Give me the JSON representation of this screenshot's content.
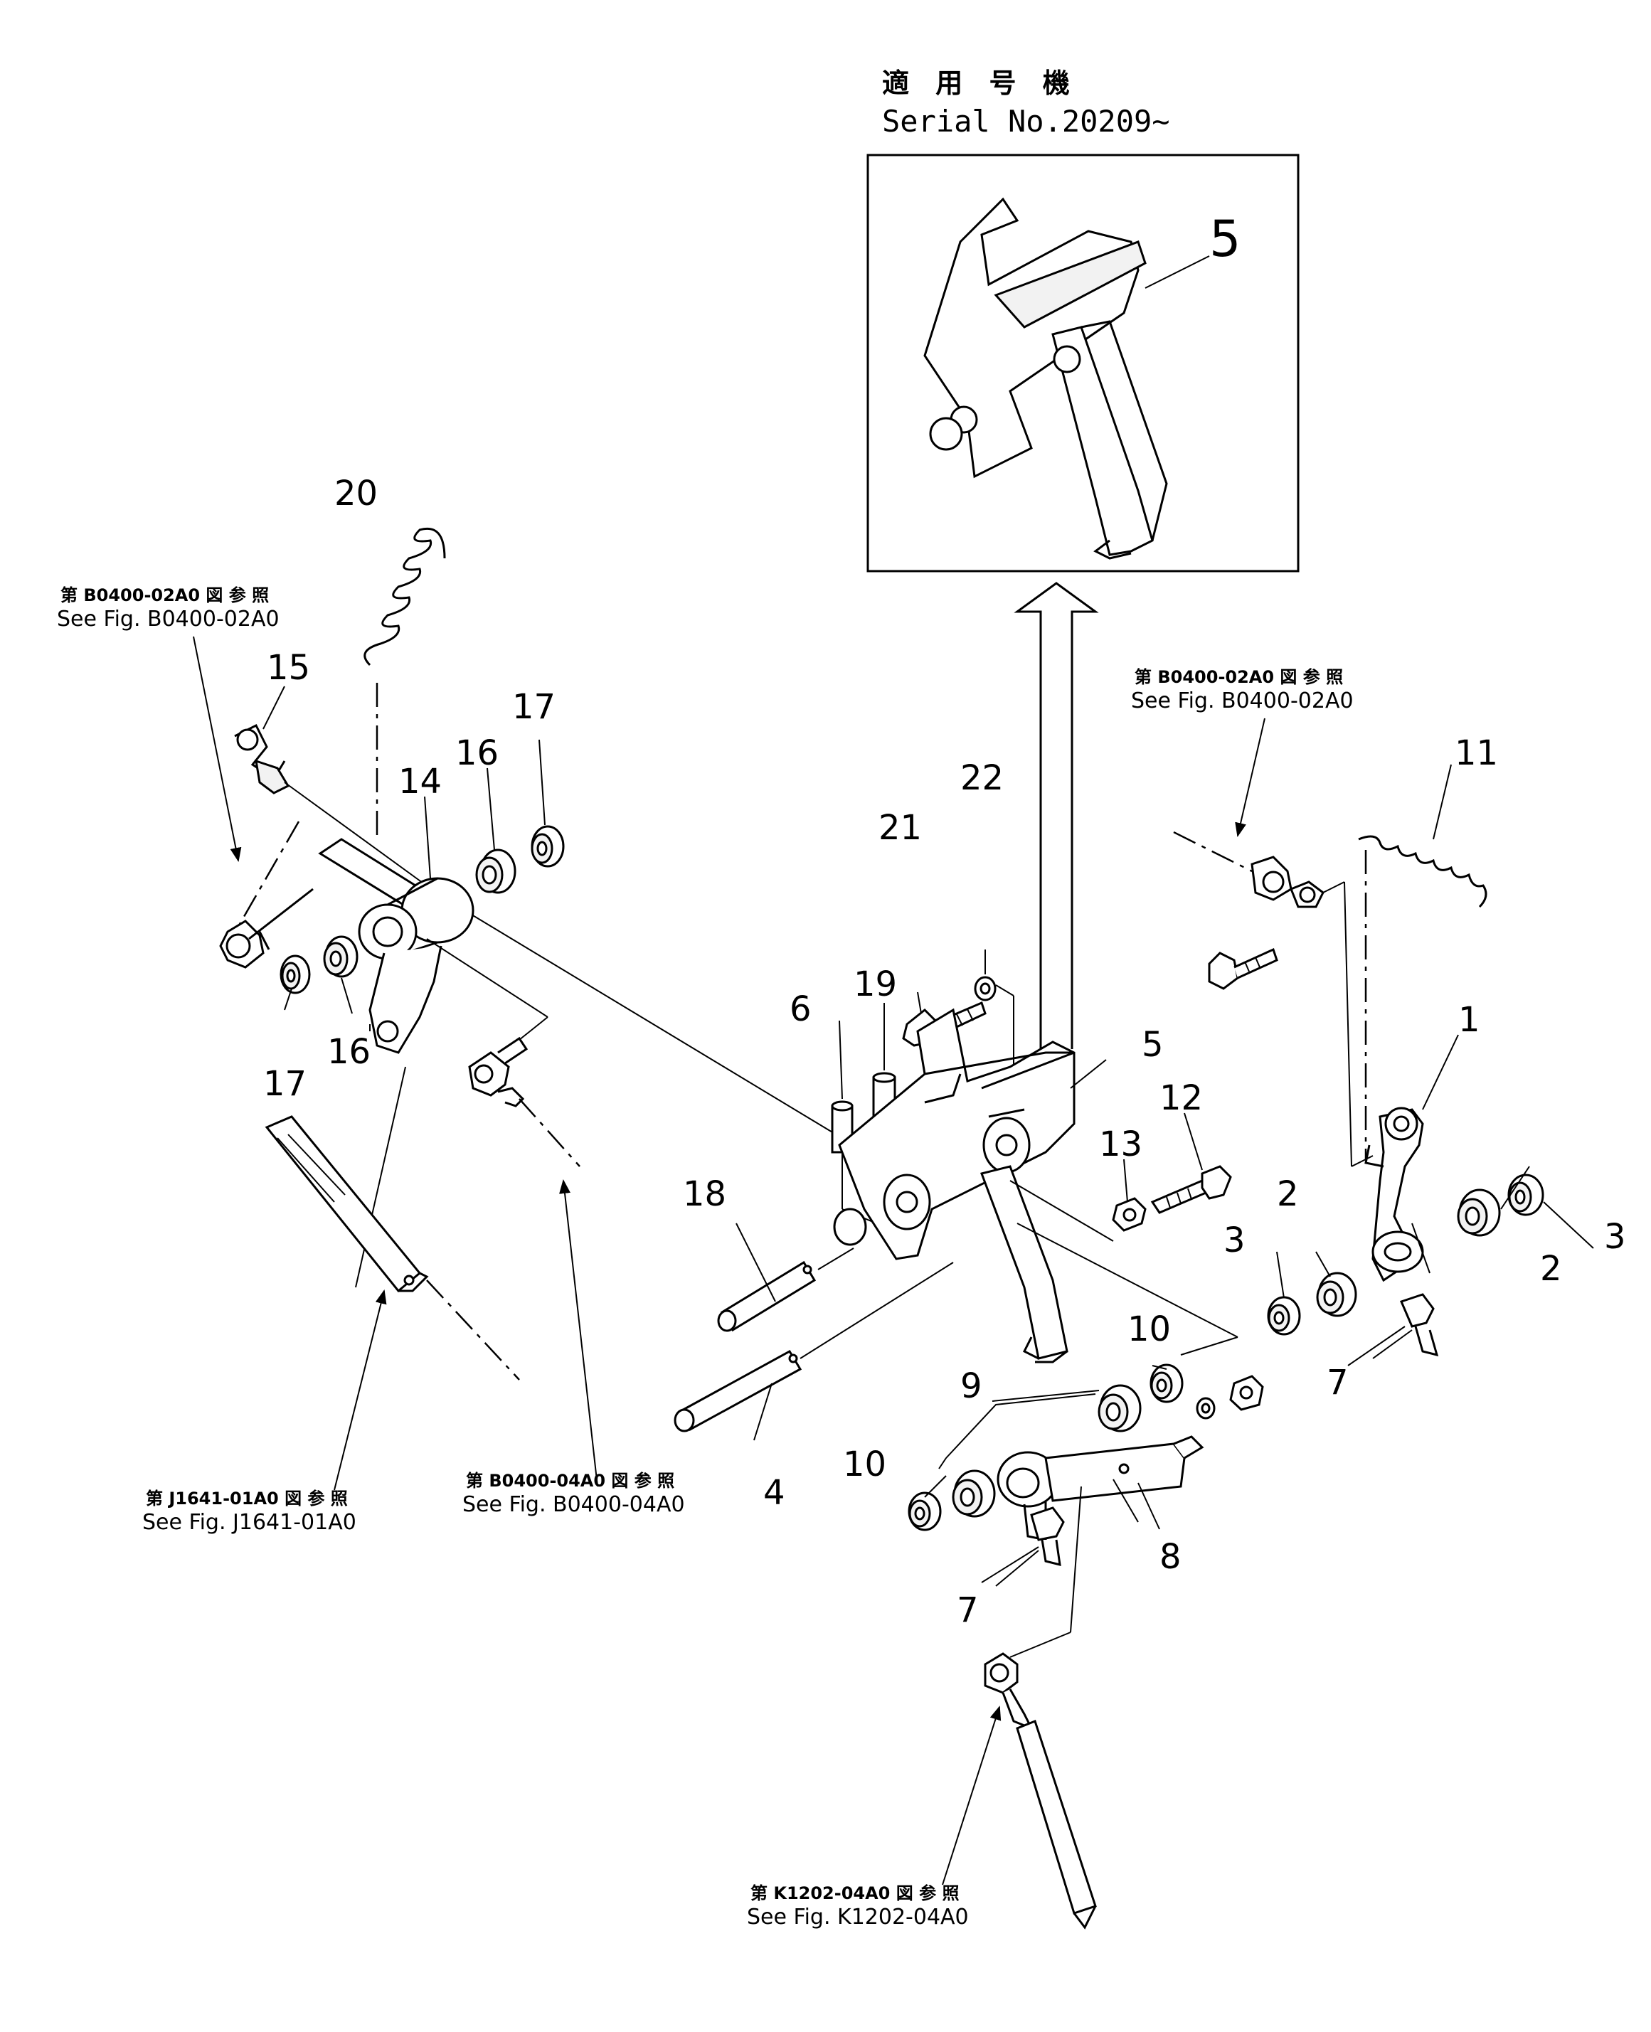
{
  "header": {
    "applicable_jp": "適 用 号 機",
    "serial": "Serial No.20209~"
  },
  "refs": [
    {
      "id": "ref-b0400-02a0-left",
      "jp": "第 B0400-02A0 図 参 照",
      "en": "See Fig. B0400-02A0"
    },
    {
      "id": "ref-b0400-02a0-right",
      "jp": "第 B0400-02A0 図 参 照",
      "en": "See Fig. B0400-02A0"
    },
    {
      "id": "ref-j1641-01a0",
      "jp": "第 J1641-01A0 図 参 照",
      "en": "See Fig. J1641-01A0"
    },
    {
      "id": "ref-b0400-04a0",
      "jp": "第 B0400-04A0 図 参 照",
      "en": "See Fig. B0400-04A0"
    },
    {
      "id": "ref-k1202-04a0",
      "jp": "第 K1202-04A0 図 参 照",
      "en": "See Fig. K1202-04A0"
    }
  ],
  "part_numbers": {
    "p1": "1",
    "p2a": "2",
    "p2b": "2",
    "p3a": "3",
    "p3b": "3",
    "p4": "4",
    "p5": "5",
    "p5inset": "5",
    "p6": "6",
    "p7a": "7",
    "p7b": "7",
    "p8": "8",
    "p9": "9",
    "p10a": "10",
    "p10b": "10",
    "p11": "11",
    "p12": "12",
    "p13": "13",
    "p14": "14",
    "p15": "15",
    "p16a": "16",
    "p16b": "16",
    "p17a": "17",
    "p17b": "17",
    "p18": "18",
    "p19": "19",
    "p20": "20",
    "p21": "21",
    "p22": "22"
  }
}
